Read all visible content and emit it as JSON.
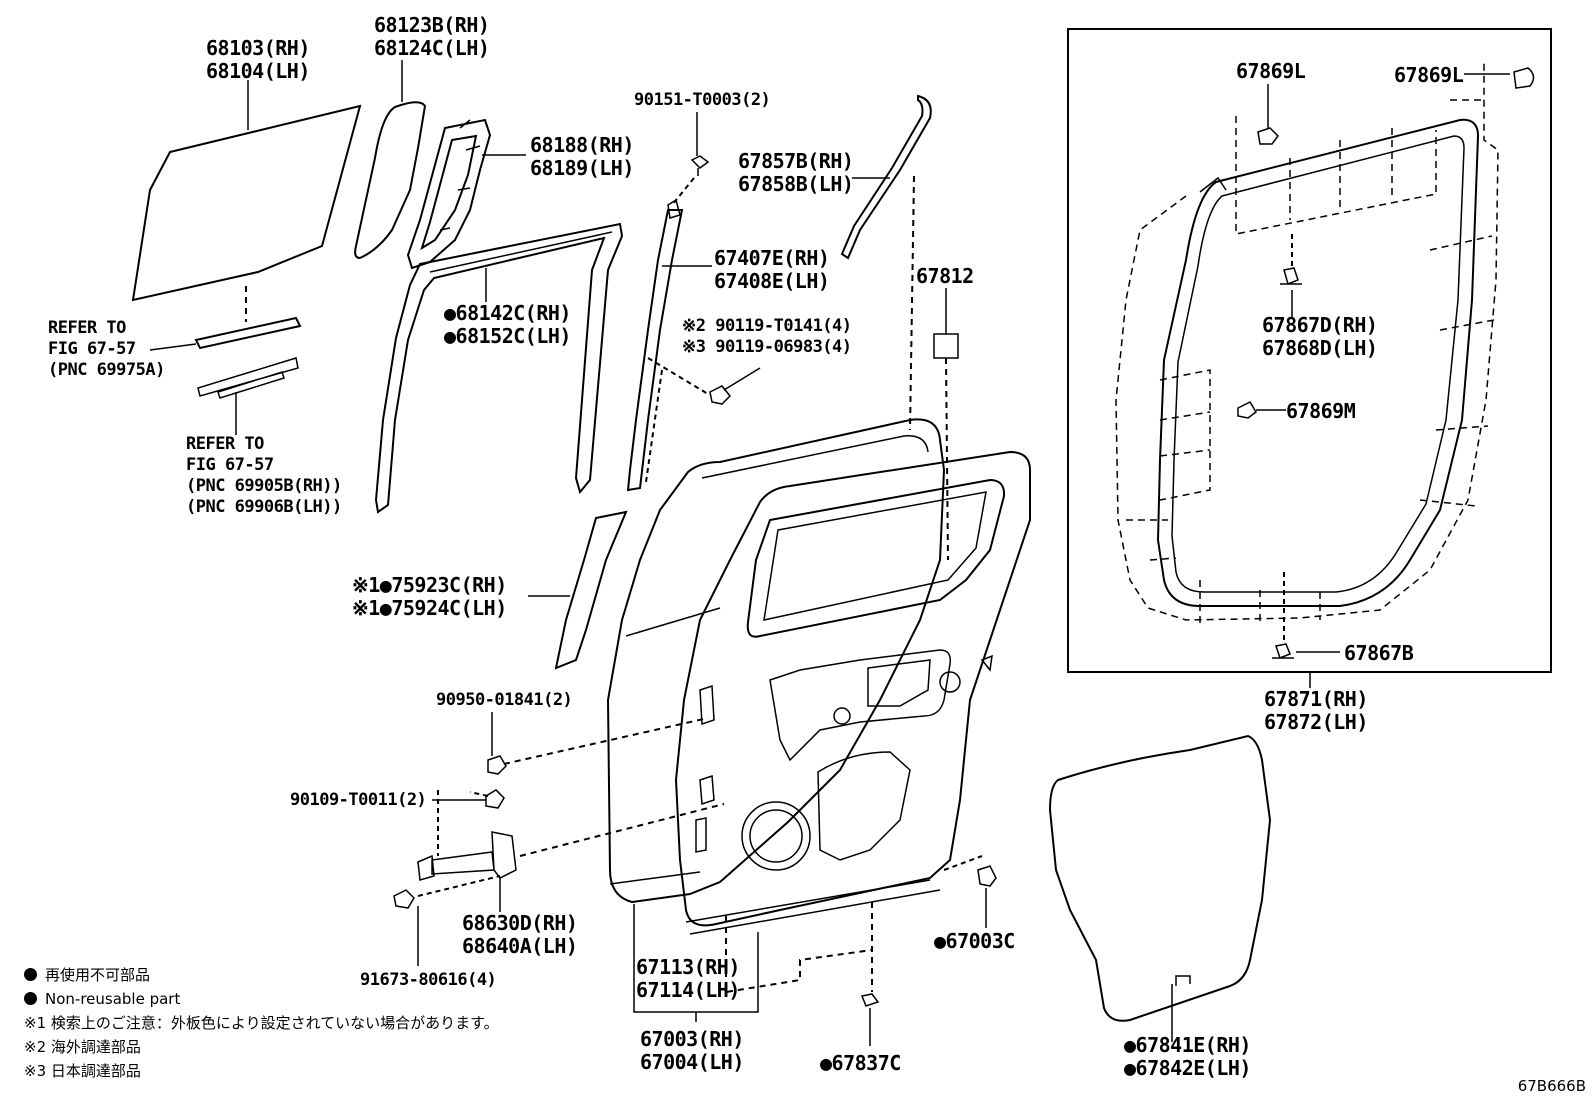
{
  "labels": {
    "p68103": "68103(RH)",
    "p68104": "68104(LH)",
    "p68123b": "68123B(RH)",
    "p68124c": "68124C(LH)",
    "p68188": "68188(RH)",
    "p68189": "68189(LH)",
    "p90151": "90151-T0003(2)",
    "p67857b": "67857B(RH)",
    "p67858b": "67858B(LH)",
    "p67407e": "67407E(RH)",
    "p67408e": "67408E(LH)",
    "p68142c": "●68142C(RH)",
    "p68152c": "●68152C(LH)",
    "p90119_t0141": "※2 90119-T0141(4)",
    "p90119_06983": "※3 90119-06983(4)",
    "p67812": "67812",
    "ref1_l1": "REFER TO",
    "ref1_l2": "FIG 67-57",
    "ref1_l3": "(PNC 69975A)",
    "ref2_l1": "REFER TO",
    "ref2_l2": "FIG 67-57",
    "ref2_l3": "(PNC 69905B(RH))",
    "ref2_l4": "(PNC 69906B(LH))",
    "p75923c": "※1●75923C(RH)",
    "p75924c": "※1●75924C(LH)",
    "p90950": "90950-01841(2)",
    "p90109": "90109-T0011(2)",
    "p68630d": "68630D(RH)",
    "p68640a": "68640A(LH)",
    "p91673": "91673-80616(4)",
    "p67113": "67113(RH)",
    "p67114": "67114(LH)",
    "p67003": "67003(RH)",
    "p67004": "67004(LH)",
    "p67837c": "●67837C",
    "p67003c": "●67003C",
    "p67841e": "●67841E(RH)",
    "p67842e": "●67842E(LH)",
    "p67869l_a": "67869L",
    "p67869l_b": "67869L",
    "p67867d": "67867D(RH)",
    "p67868d": "67868D(LH)",
    "p67869m": "67869M",
    "p67867b": "67867B",
    "p67871": "67871(RH)",
    "p67872": "67872(LH)"
  },
  "legend": {
    "line1": "再使用不可部品",
    "line2": "Non-reusable part",
    "note1": "※1 検索上のご注意：外板色により設定されていない場合があります。",
    "note2": "※2 海外調達部品",
    "note3": "※3 日本調達部品"
  },
  "illustration_code": "67B666B"
}
